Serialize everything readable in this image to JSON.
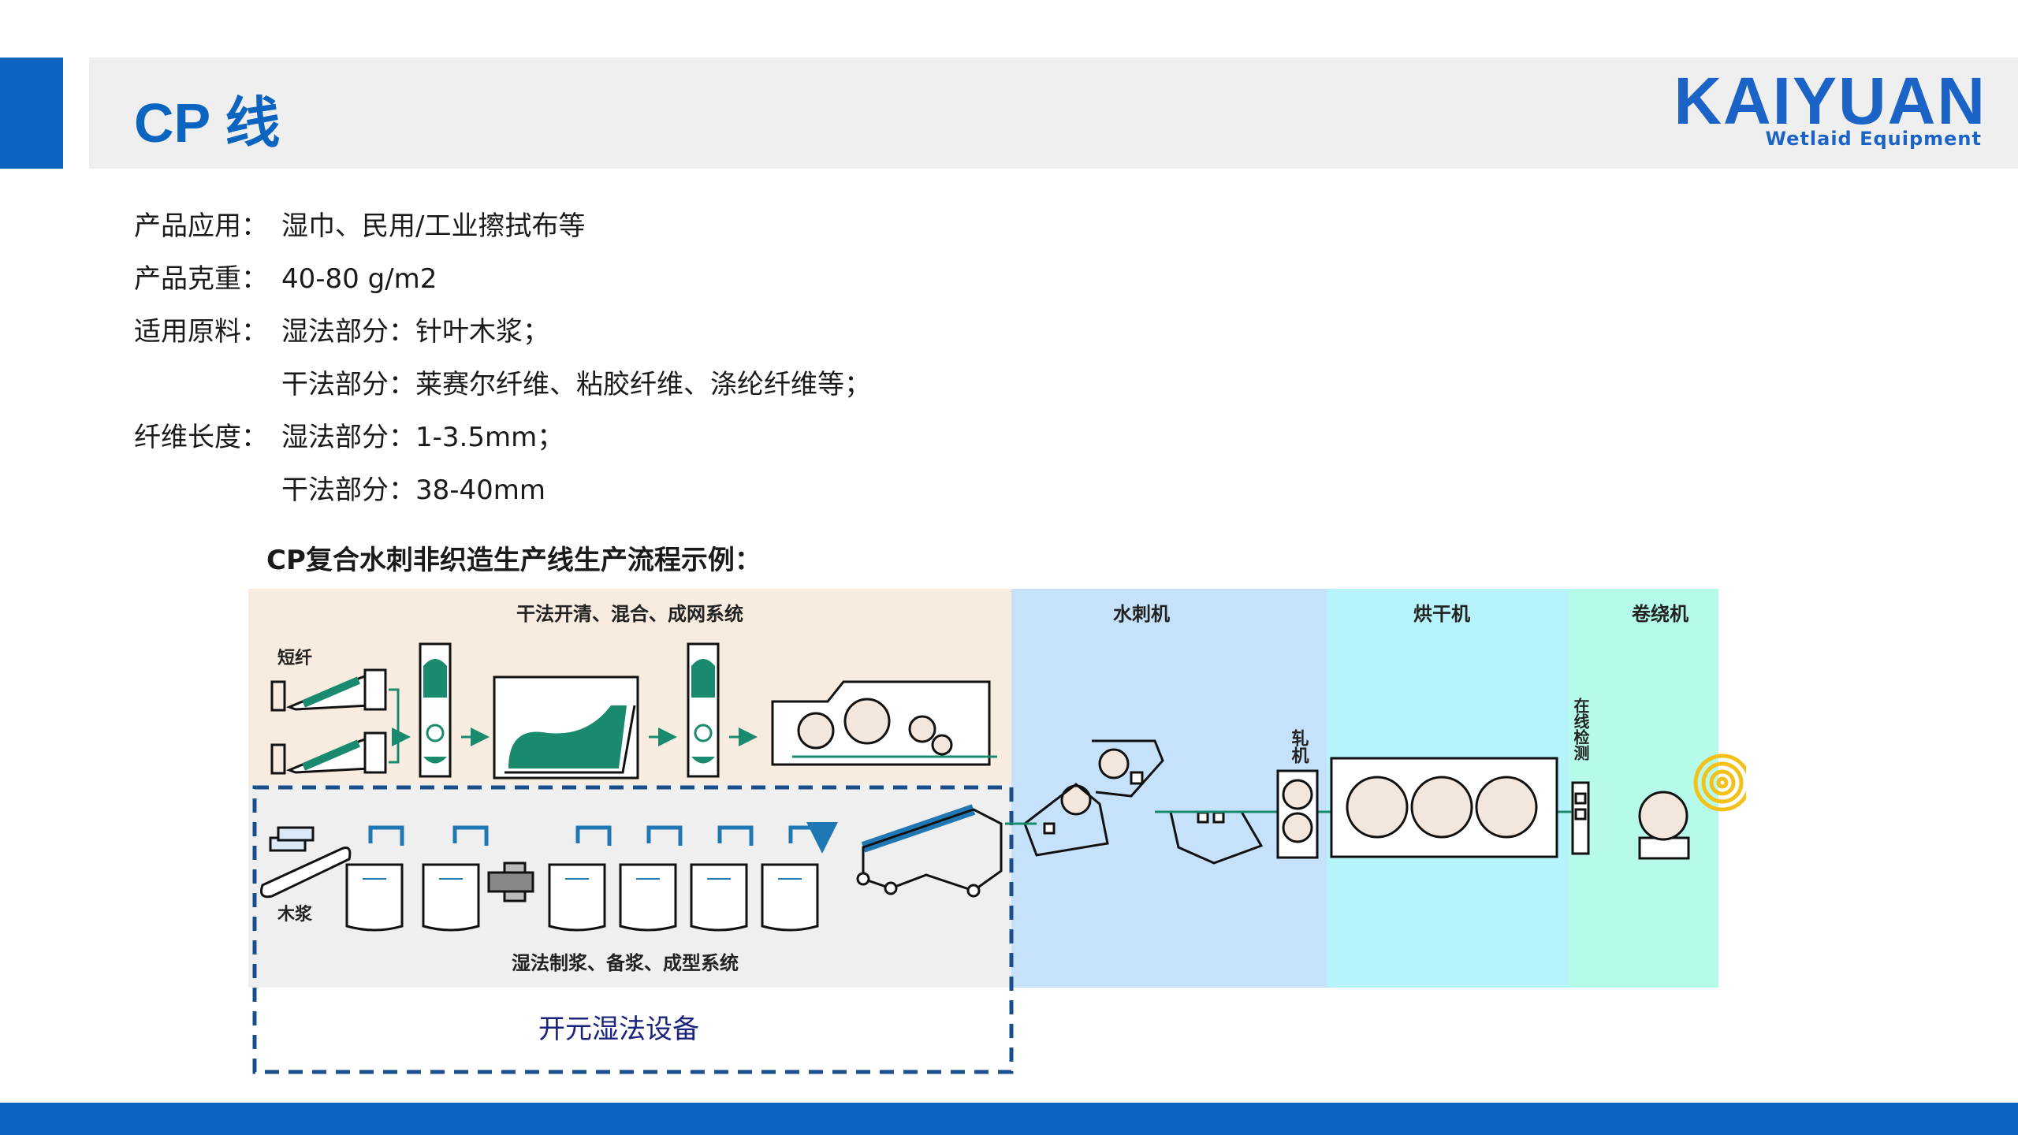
{
  "header": {
    "title": "CP 线",
    "logo_main": "KAIYUAN",
    "logo_sub": "Wetlaid Equipment",
    "accent_color": "#0a64c0"
  },
  "specs": [
    {
      "label": "产品应用：",
      "value": "湿巾、民用/工业擦拭布等"
    },
    {
      "label": "产品克重：",
      "value": "40-80 g/m2"
    },
    {
      "label": "适用原料：",
      "value": "湿法部分：针叶木浆；"
    },
    {
      "label": "",
      "value": "干法部分：莱赛尔纤维、粘胶纤维、涤纶纤维等；"
    },
    {
      "label": "纤维长度：",
      "value": "湿法部分：1-3.5mm；"
    },
    {
      "label": "",
      "value": "干法部分：38-40mm"
    }
  ],
  "diagram": {
    "caption": "CP复合水刺非织造生产线生产流程示例：",
    "sections": {
      "dry": "干法开清、混合、成网系统",
      "hydro": "水刺机",
      "dryer": "烘干机",
      "winder": "卷绕机",
      "wet": "湿法制浆、备浆、成型系统"
    },
    "labels": {
      "short_fiber": "短纤",
      "pulp": "木浆",
      "press": "轧机",
      "inspect": "在线检测",
      "wetlaid_box": "开元湿法设备"
    },
    "colors": {
      "dry_bg": "#f8ece0",
      "hydro_bg": "#c6e2fb",
      "dryer_bg": "#b6f3fb",
      "winder_bg": "#b6fbea",
      "wet_bg": "#efefef",
      "teal": "#1a8a6e",
      "blue_arrow": "#1f78b4",
      "dash": "#1b4f8c",
      "coil": "#f3c21a"
    }
  }
}
